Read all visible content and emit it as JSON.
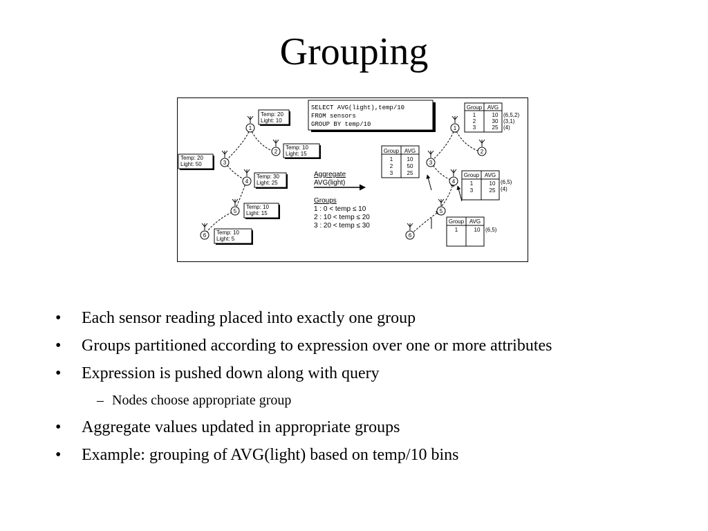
{
  "title": "Grouping",
  "diagram": {
    "left_tree": {
      "node_labels": [
        "1",
        "2",
        "3",
        "4",
        "5",
        "6"
      ],
      "readings": [
        {
          "node": "1",
          "temp": "Temp: 20",
          "light": "Light: 10"
        },
        {
          "node": "2",
          "temp": "Temp: 10",
          "light": "Light: 15"
        },
        {
          "node": "3",
          "temp": "Temp: 20",
          "light": "Light: 50"
        },
        {
          "node": "4",
          "temp": "Temp: 30",
          "light": "Light: 25"
        },
        {
          "node": "5",
          "temp": "Temp: 10",
          "light": "Light: 15"
        },
        {
          "node": "6",
          "temp": "Temp: 10",
          "light": "Light: 5"
        }
      ]
    },
    "query": [
      "SELECT AVG(light),temp/10",
      "FROM sensors",
      "GROUP BY temp/10"
    ],
    "aggregate": {
      "label": "Aggregate",
      "function": "AVG(light)"
    },
    "groups": {
      "label": "Groups",
      "items": [
        "1 : 0 < temp  ≤ 10",
        "2 : 10 < temp  ≤ 20",
        "3 : 20 < temp  ≤ 30"
      ]
    },
    "middle_table": {
      "headers": [
        "Group",
        "AVG"
      ],
      "rows": [
        [
          "1",
          "10"
        ],
        [
          "2",
          "50"
        ],
        [
          "3",
          "25"
        ]
      ]
    },
    "right_tree": {
      "node_labels": [
        "1",
        "2",
        "3",
        "4",
        "5",
        "6"
      ],
      "table_root": {
        "headers": [
          "Group",
          "AVG"
        ],
        "rows": [
          [
            "1",
            "10"
          ],
          [
            "2",
            "30"
          ],
          [
            "3",
            "25"
          ]
        ],
        "annotations": [
          "(6,5,2)",
          "(3,1)",
          "(4)"
        ]
      },
      "table_node4": {
        "headers": [
          "Group",
          "AVG"
        ],
        "rows": [
          [
            "1",
            "10"
          ],
          [
            "3",
            "25"
          ]
        ],
        "annotations": [
          "(6,5)",
          "(4)"
        ]
      },
      "table_node5": {
        "headers": [
          "Group",
          "AVG"
        ],
        "rows": [
          [
            "1",
            "10"
          ]
        ],
        "annotations": [
          "(6,5)"
        ]
      }
    }
  },
  "bullets": [
    {
      "level": 1,
      "mark": "•",
      "text": "Each sensor reading placed into exactly one group"
    },
    {
      "level": 1,
      "mark": "•",
      "text": "Groups partitioned according to expression over one or more attributes"
    },
    {
      "level": 1,
      "mark": "•",
      "text": "Expression is pushed down along with query"
    },
    {
      "level": 2,
      "mark": "–",
      "text": "Nodes choose appropriate group"
    },
    {
      "level": 1,
      "mark": "•",
      "text": "Aggregate values updated in appropriate groups"
    },
    {
      "level": 1,
      "mark": "•",
      "text": "Example: grouping of AVG(light) based on temp/10 bins"
    }
  ]
}
